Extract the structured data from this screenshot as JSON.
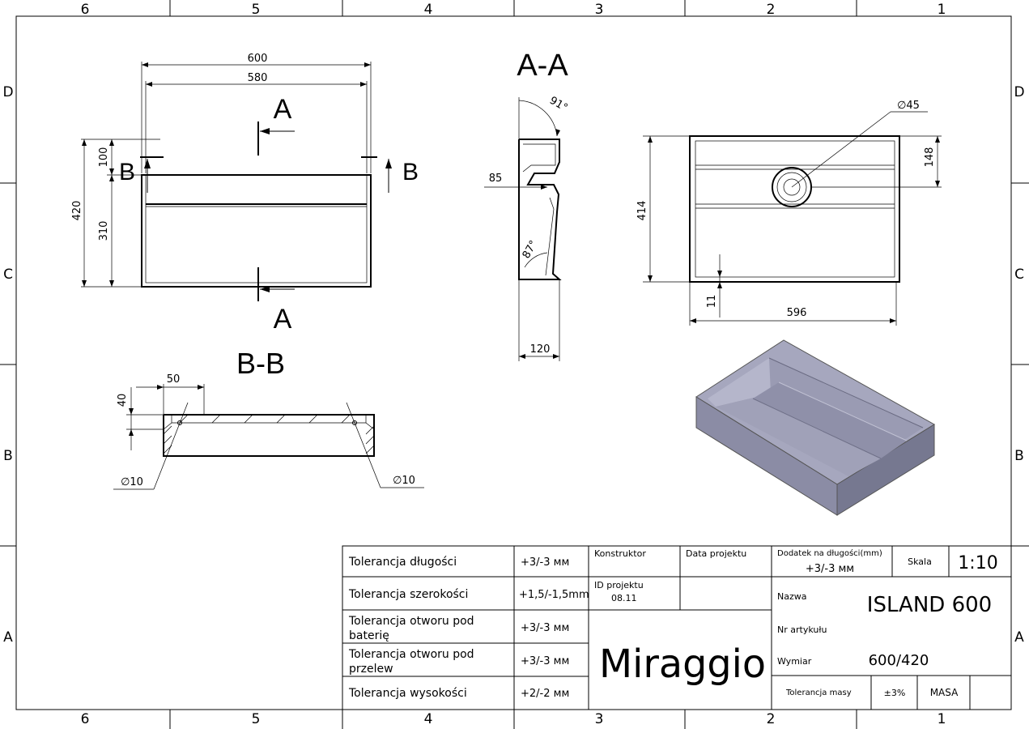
{
  "frame": {
    "columns": [
      "6",
      "5",
      "4",
      "3",
      "2",
      "1"
    ],
    "rows": [
      "D",
      "C",
      "B",
      "A"
    ]
  },
  "top_view": {
    "dim_width_outer": "600",
    "dim_width_inner": "580",
    "dim_height": "420",
    "dim_shelf": "100",
    "dim_basin": "310",
    "section_a_top": "A",
    "section_a_bottom": "A",
    "section_b_left": "B",
    "section_b_right": "B"
  },
  "section_aa": {
    "title": "A-A",
    "angle_top": "91°",
    "angle_bottom": "87°",
    "dim_85": "85",
    "dim_120": "120"
  },
  "section_bb": {
    "title": "B-B",
    "dim_50": "50",
    "dim_40": "40",
    "hole_left": "∅10",
    "hole_right": "∅10"
  },
  "right_view": {
    "dim_hole": "∅45",
    "dim_148": "148",
    "dim_414": "414",
    "dim_11": "11",
    "dim_596": "596"
  },
  "title_block": {
    "tolerances": [
      {
        "label": "Tolerancja długości",
        "value": "+3/-3 мм"
      },
      {
        "label": "Tolerancja szerokości",
        "value": "+1,5/-1,5mm"
      },
      {
        "label_line1": "Tolerancja otworu pod",
        "label_line2": "baterię",
        "value": "+3/-3 мм"
      },
      {
        "label_line1": "Tolerancja otworu pod",
        "label_line2": "przelew",
        "value": "+3/-3 мм"
      },
      {
        "label": "Tolerancja wysokości",
        "value": "+2/-2 мм"
      }
    ],
    "konstruktor_label": "Konstruktor",
    "data_projektu_label": "Data projektu",
    "id_projektu_label": "ID projektu",
    "id_projektu_value": "08.11",
    "brand": "Miraggio",
    "dodatek_label": "Dodatek na długości(mm)",
    "dodatek_value": "+3/-3 мм",
    "skala_label": "Skala",
    "skala_value": "1:10",
    "nazwa_label": "Nazwa",
    "nazwa_value": "ISLAND 600",
    "nr_artykulu_label": "Nr artykułu",
    "wymiar_label": "Wymiar",
    "wymiar_value": "600/420",
    "tolerancja_masy_label": "Tolerancja masy",
    "tolerancja_masy_value": "±3%",
    "masa_label": "MASA"
  },
  "colors": {
    "line": "#000000",
    "render_top": "#a7a8bf",
    "render_side": "#7d7f98",
    "render_front": "#8c8ea6"
  }
}
